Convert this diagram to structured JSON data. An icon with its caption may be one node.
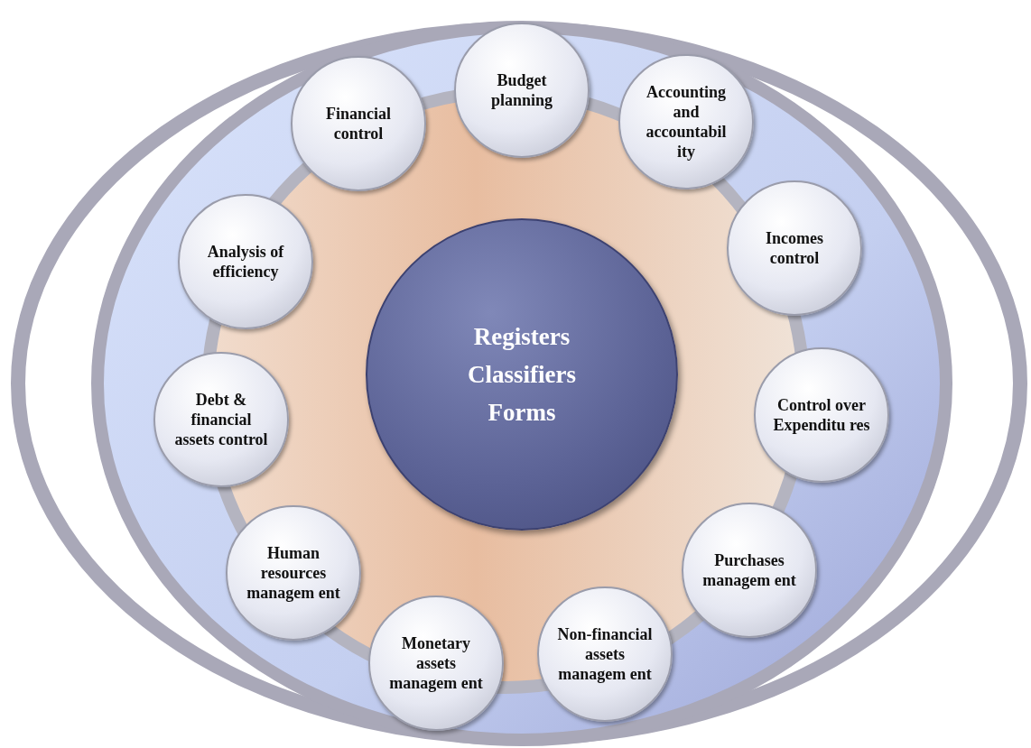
{
  "diagram": {
    "nodes": [
      {
        "text": [
          "Registers Classifiers Forms"
        ]
      },
      {
        "text": [
          "Budget planning"
        ]
      },
      {
        "text": [
          "Accounting and accountabil ity"
        ]
      },
      {
        "text": [
          "Incomes control"
        ]
      },
      {
        "text": [
          "Control over Expenditu res"
        ]
      },
      {
        "text": [
          "Purchases managem ent"
        ]
      },
      {
        "text": [
          "Non-financial assets managem ent"
        ]
      },
      {
        "text": [
          "Monetary assets managem ent"
        ]
      },
      {
        "text": [
          "Human resources managem ent"
        ]
      },
      {
        "text": [
          "Debt & financial assets control"
        ]
      },
      {
        "text": [
          "Analysis of efficiency"
        ]
      },
      {
        "text": [
          "Financial control"
        ]
      }
    ]
  }
}
